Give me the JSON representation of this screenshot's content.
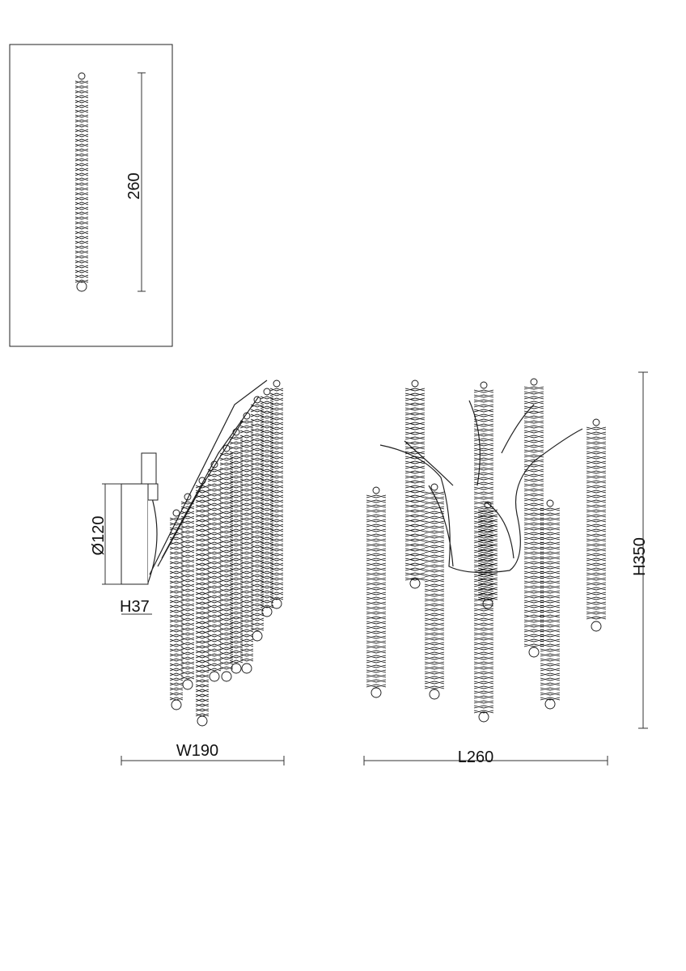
{
  "detail_view": {
    "height_label": "260"
  },
  "side_view": {
    "diameter_label": "Ø120",
    "base_height_label": "H37",
    "width_label": "W190"
  },
  "front_view": {
    "length_label": "L260",
    "height_label": "H350"
  },
  "colors": {
    "line": "#111111",
    "background": "#ffffff"
  }
}
